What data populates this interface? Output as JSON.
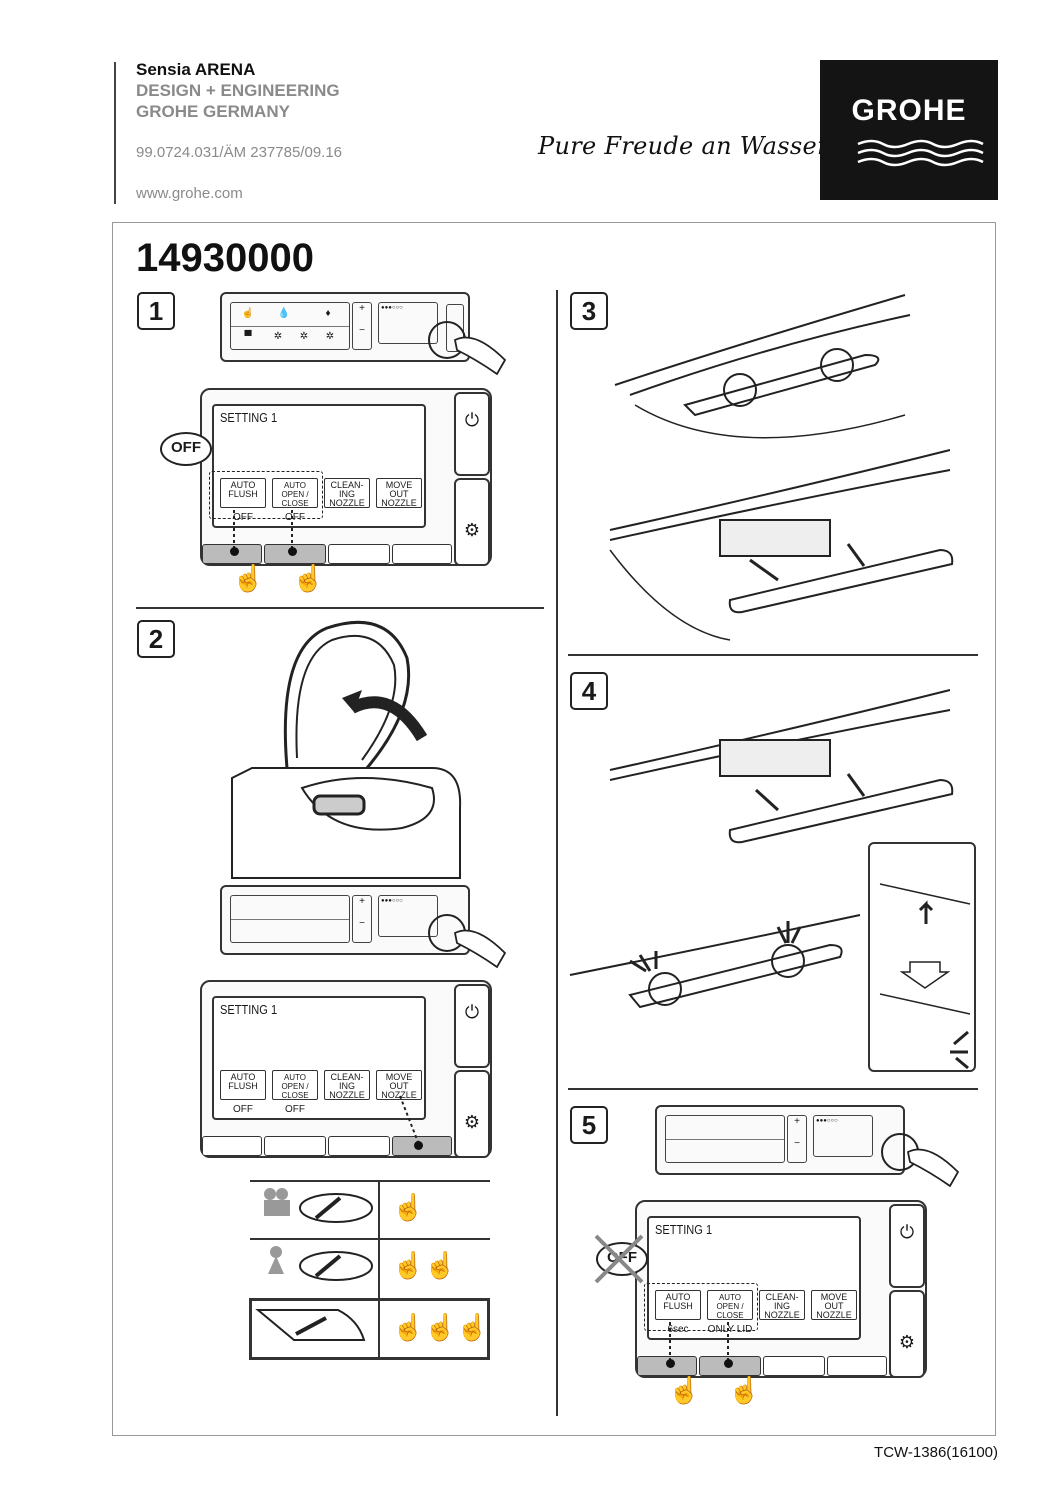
{
  "header": {
    "product": "Sensia ARENA",
    "line2": "DESIGN + ENGINEERING",
    "line3": "GROHE GERMANY",
    "doc_number": "99.0724.031/ÄM 237785/09.16",
    "website": "www.grohe.com",
    "slogan": "Pure Freude an Wasser",
    "logo": "GROHE"
  },
  "model_number": "14930000",
  "steps": {
    "s1": "1",
    "s2": "2",
    "s3": "3",
    "s4": "4",
    "s5": "5"
  },
  "screen": {
    "title": "SETTING 1",
    "btn_auto_flush": "AUTO FLUSH",
    "btn_auto_open": "AUTO OPEN / CLOSE",
    "btn_cleaning": "CLEAN- ING NOZZLE",
    "btn_move_out": "MOVE OUT NOZZLE",
    "val_off": "OFF",
    "val_6sec": "6sec",
    "val_only_lid": "ONLY LID"
  },
  "labels": {
    "off_bubble": "OFF"
  },
  "footer": "TCW-1386(16100)"
}
